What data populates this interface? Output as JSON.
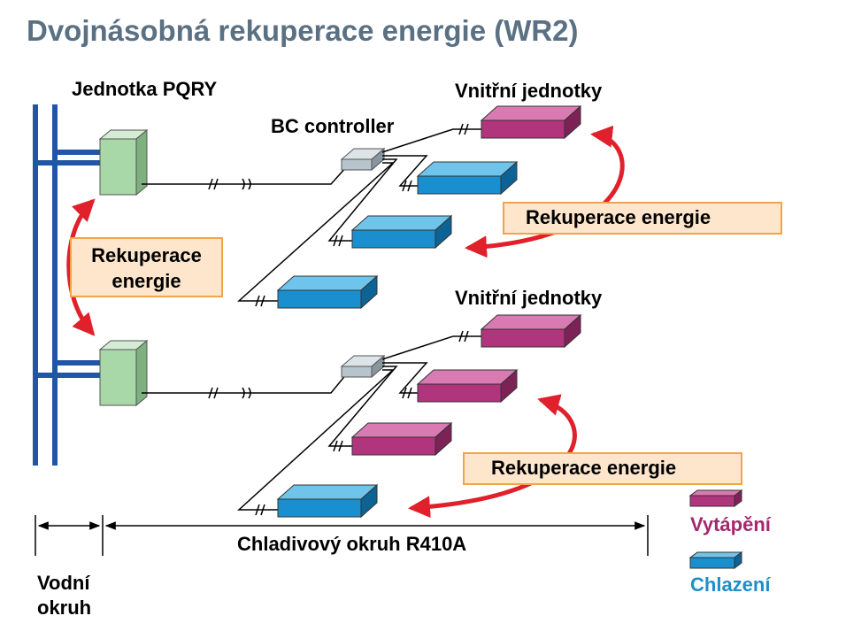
{
  "title": "Dvojnásobná rekuperace energie (WR2)",
  "labels": {
    "outdoor_unit": "Jednotka PQRY",
    "bc_controller": "BC controller",
    "indoor_units_top": "Vnitřní jednotky",
    "indoor_units_bottom": "Vnitřní jednotky",
    "recovery_left_line1": "Rekuperace",
    "recovery_left_line2": "energie",
    "recovery_right_top": "Rekuperace energie",
    "recovery_right_bottom": "Rekuperace energie",
    "refrigerant_circuit": "Chladivový okruh R410A",
    "water_circuit_line1": "Vodní",
    "water_circuit_line2": "okruh"
  },
  "legend": {
    "heating": "Vytápění",
    "cooling": "Chlazení"
  },
  "colors": {
    "title": "#5a7083",
    "water_pipe": "#1f57a6",
    "heating_unit": "#b0357c",
    "cooling_unit": "#1a8fcf",
    "outdoor_unit": "#a8d8a8",
    "bc_controller": "#b8c4cc",
    "arrow": "#e0202a",
    "box_fill": "#fde6cc",
    "box_border": "#f5a34a",
    "heating_text": "#a3286e",
    "cooling_text": "#1f8fc9"
  },
  "top_system_units": [
    "heating",
    "cooling",
    "cooling",
    "cooling"
  ],
  "bottom_system_units": [
    "heating",
    "heating",
    "heating",
    "cooling"
  ]
}
